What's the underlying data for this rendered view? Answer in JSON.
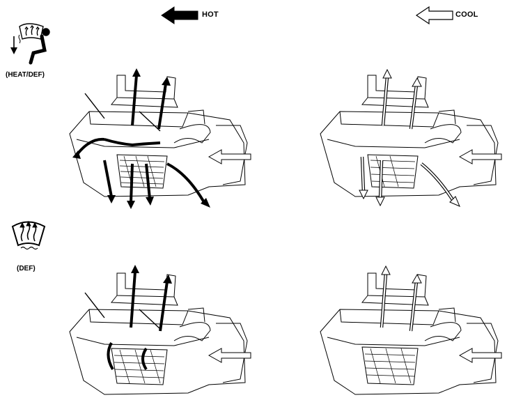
{
  "legend": {
    "hot_label": "HOT",
    "cool_label": "COOL",
    "hot_color": "#000000",
    "cool_color": "#ffffff"
  },
  "modes": [
    {
      "label": "(HEAT/DEF)",
      "icon": "heat-def-icon"
    },
    {
      "label": "(DEF)",
      "icon": "defrost-icon"
    }
  ]
}
